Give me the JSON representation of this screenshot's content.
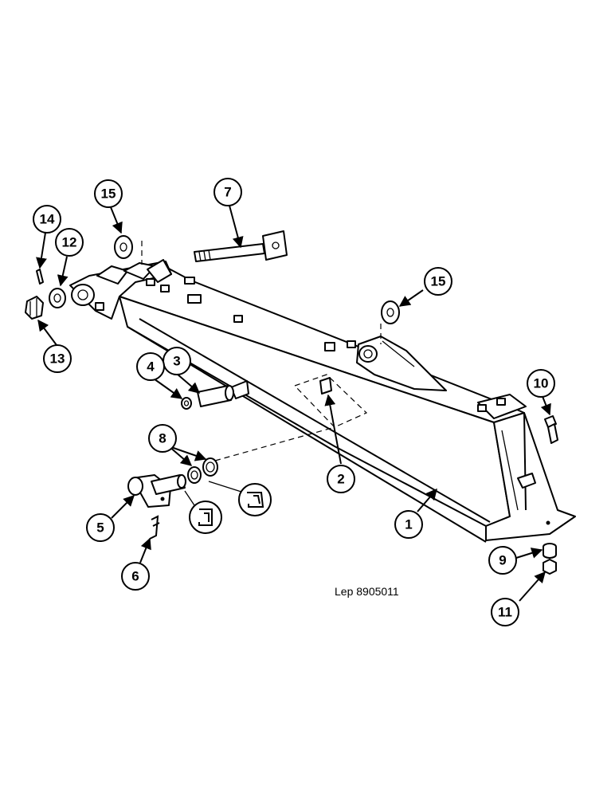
{
  "reference": "Lep 8905011",
  "callouts": [
    {
      "id": "c1",
      "label": "1"
    },
    {
      "id": "c2",
      "label": "2"
    },
    {
      "id": "c3",
      "label": "3"
    },
    {
      "id": "c4",
      "label": "4"
    },
    {
      "id": "c5",
      "label": "5"
    },
    {
      "id": "c6",
      "label": "6"
    },
    {
      "id": "c7",
      "label": "7"
    },
    {
      "id": "c8",
      "label": "8"
    },
    {
      "id": "c9",
      "label": "9"
    },
    {
      "id": "c10",
      "label": "10"
    },
    {
      "id": "c11",
      "label": "11"
    },
    {
      "id": "c12",
      "label": "12"
    },
    {
      "id": "c13",
      "label": "13"
    },
    {
      "id": "c14",
      "label": "14"
    },
    {
      "id": "c15a",
      "label": "15"
    },
    {
      "id": "c15b",
      "label": "15"
    }
  ]
}
